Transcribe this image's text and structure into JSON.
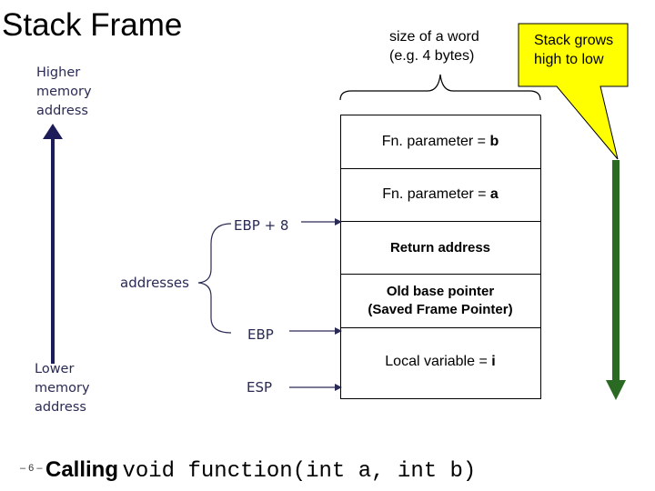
{
  "title": "Stack Frame",
  "word_size": {
    "line1": "size of a word",
    "line2": "(e.g. 4 bytes)"
  },
  "callout": {
    "line1": "Stack grows",
    "line2": "high to low",
    "fill_color": "#ffff00"
  },
  "left_axis": {
    "higher": [
      "Higher",
      "memory",
      "address"
    ],
    "lower": [
      "Lower",
      "memory",
      "address"
    ],
    "color": "#1c1c5a"
  },
  "pointer_labels": {
    "ebp_plus_8": "EBP + 8",
    "addresses": "addresses",
    "ebp": "EBP",
    "esp": "ESP"
  },
  "stack_cells": [
    {
      "prefix": "Fn. parameter = ",
      "value": "b"
    },
    {
      "prefix": "Fn. parameter = ",
      "value": "a"
    },
    {
      "text": "Return address"
    },
    {
      "line1": "Old base pointer",
      "line2": "(Saved Frame Pointer)"
    },
    {
      "prefix": "Local variable = ",
      "value": "i"
    }
  ],
  "growth_arrow_color": "#2a6a22",
  "footer": {
    "page_number": "– 6 –",
    "word": "Calling",
    "code": "void function(int a, int b)"
  }
}
